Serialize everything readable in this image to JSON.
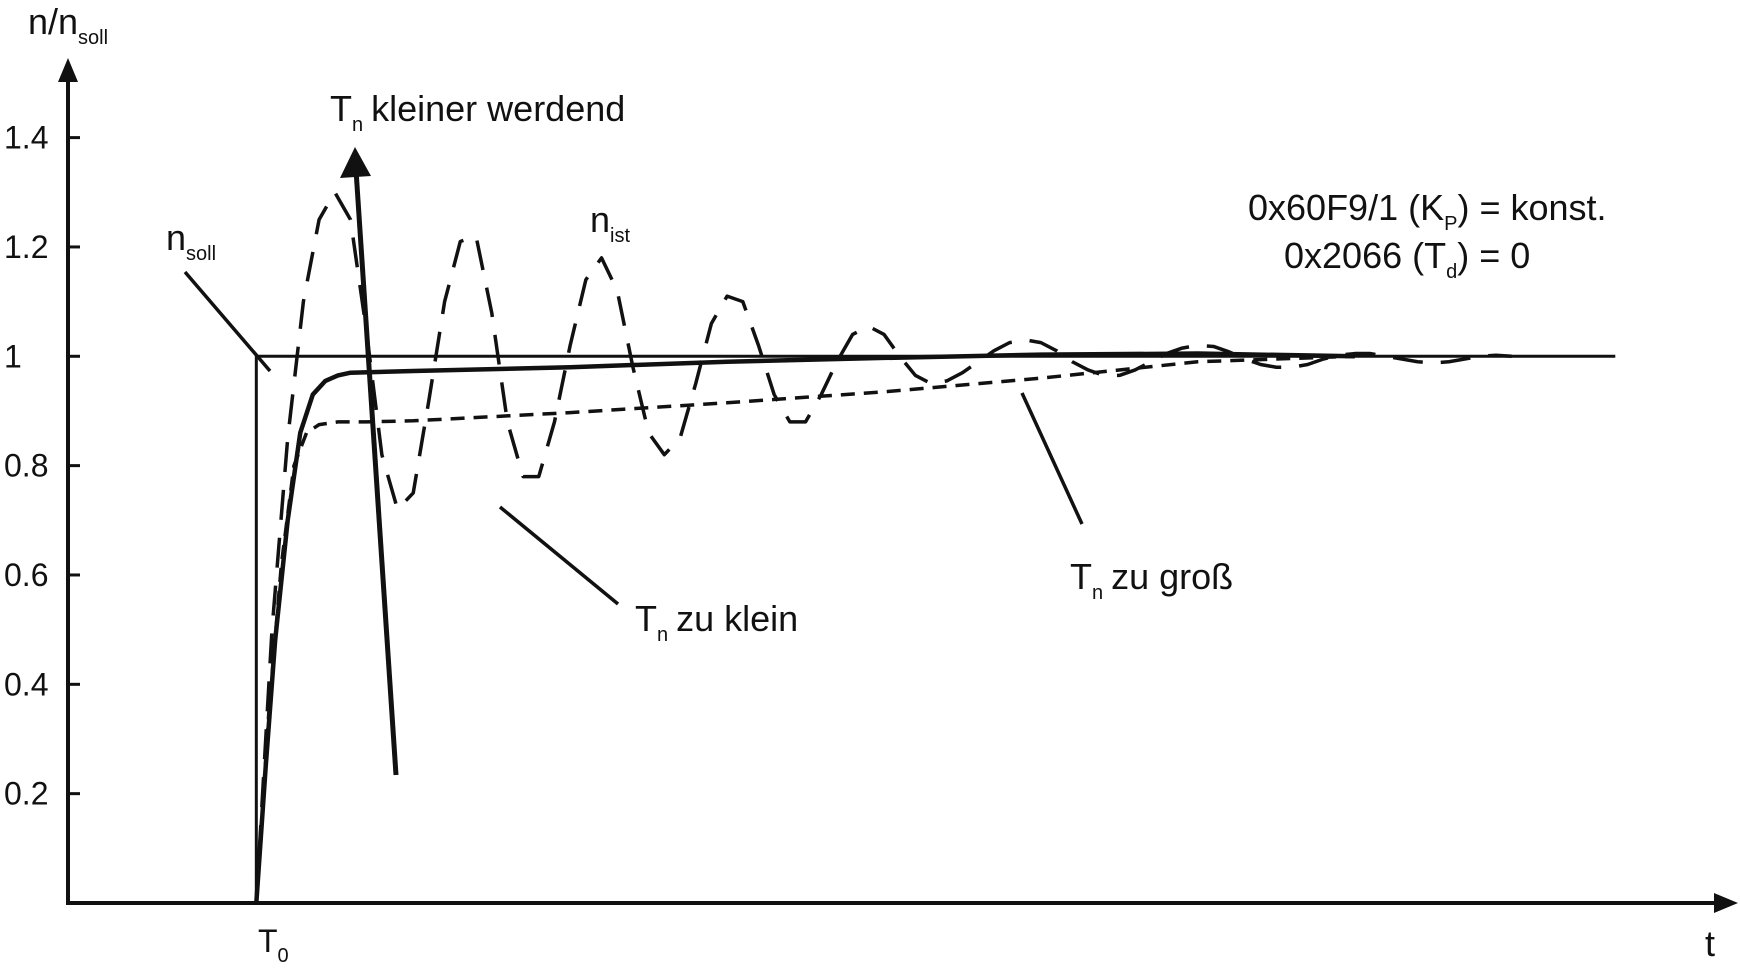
{
  "chart_data": {
    "type": "line",
    "ylabel": {
      "main": "n/n",
      "sub": "soll"
    },
    "xlabel": "t",
    "x_tick": {
      "main": "T",
      "sub": "0"
    },
    "y_ticks": [
      {
        "value": 0.2,
        "label": "0.2"
      },
      {
        "value": 0.4,
        "label": "0.4"
      },
      {
        "value": 0.6,
        "label": "0.6"
      },
      {
        "value": 0.8,
        "label": "0.8"
      },
      {
        "value": 1.0,
        "label": "1"
      },
      {
        "value": 1.2,
        "label": "1.2"
      },
      {
        "value": 1.4,
        "label": "1.4"
      }
    ],
    "ylim": [
      0,
      1.52
    ],
    "xlim": [
      -0.6,
      4.67
    ],
    "grid": false,
    "series": [
      {
        "style": "solid",
        "width": 3,
        "x": [
          0,
          0,
          4.33
        ],
        "y": [
          0,
          1,
          1
        ]
      },
      {
        "style": "solid",
        "width": 4.5,
        "x": [
          0,
          0.03,
          0.06,
          0.1,
          0.14,
          0.18,
          0.22,
          0.26,
          0.3,
          0.5,
          1.0,
          1.5,
          2.0,
          2.5,
          3.0,
          3.5
        ],
        "y": [
          0,
          0.25,
          0.48,
          0.7,
          0.86,
          0.93,
          0.955,
          0.965,
          0.97,
          0.973,
          0.98,
          0.99,
          0.997,
          1.003,
          1.005,
          1.0
        ]
      },
      {
        "style": "dashed",
        "width": 3.5,
        "x": [
          0,
          0.04,
          0.08,
          0.12,
          0.16,
          0.2,
          0.26,
          0.35,
          0.5,
          1.0,
          1.5,
          2.0,
          2.5,
          3.0,
          3.5
        ],
        "y": [
          0,
          0.35,
          0.62,
          0.8,
          0.86,
          0.875,
          0.88,
          0.88,
          0.882,
          0.897,
          0.915,
          0.935,
          0.96,
          0.99,
          1.0
        ]
      },
      {
        "style": "long-dash",
        "width": 3.5,
        "x": [
          0,
          0.05,
          0.1,
          0.15,
          0.2,
          0.25,
          0.3,
          0.35,
          0.4,
          0.45,
          0.5,
          0.55,
          0.6,
          0.65,
          0.7,
          0.75,
          0.8,
          0.85,
          0.9,
          0.95,
          1.0,
          1.05,
          1.1,
          1.15,
          1.2,
          1.25,
          1.3,
          1.35,
          1.4,
          1.45,
          1.5,
          1.55,
          1.6,
          1.65,
          1.7,
          1.75,
          1.8,
          1.85,
          1.9,
          1.95,
          2.0,
          2.05,
          2.1,
          2.15,
          2.2,
          2.25,
          2.3,
          2.35,
          2.4,
          2.45,
          2.5,
          2.55,
          2.6,
          2.65,
          2.7,
          2.75,
          2.8,
          2.85,
          2.9,
          2.95,
          3.0,
          3.05,
          3.1,
          3.15,
          3.2,
          3.25,
          3.3,
          3.35,
          3.4,
          3.45,
          3.5,
          3.55,
          3.6,
          3.65,
          3.7,
          3.75,
          3.8,
          3.85,
          3.9,
          3.95,
          4.0
        ],
        "y": [
          0,
          0.5,
          0.85,
          1.1,
          1.25,
          1.3,
          1.25,
          1.05,
          0.82,
          0.72,
          0.75,
          0.92,
          1.1,
          1.21,
          1.22,
          1.08,
          0.88,
          0.78,
          0.78,
          0.88,
          1.02,
          1.14,
          1.18,
          1.12,
          0.98,
          0.86,
          0.82,
          0.85,
          0.95,
          1.06,
          1.11,
          1.1,
          1.02,
          0.93,
          0.88,
          0.88,
          0.93,
          0.99,
          1.04,
          1.055,
          1.04,
          1.0,
          0.965,
          0.95,
          0.955,
          0.97,
          0.99,
          1.01,
          1.025,
          1.03,
          1.025,
          1.01,
          0.99,
          0.975,
          0.965,
          0.965,
          0.975,
          0.99,
          1.005,
          1.015,
          1.02,
          1.018,
          1.008,
          0.995,
          0.985,
          0.98,
          0.98,
          0.985,
          0.995,
          1.002,
          1.005,
          1.005,
          1.0,
          0.995,
          0.99,
          0.988,
          0.99,
          0.995,
          1.0,
          1.002,
          1.0
        ]
      }
    ],
    "annotations": {
      "nsoll": {
        "main": "n",
        "sub": "soll"
      },
      "nist": {
        "main": "n",
        "sub": "ist"
      },
      "tn_smaller": {
        "main": "T",
        "sub": "n",
        "text": "kleiner werdend"
      },
      "tn_small": {
        "main": "T",
        "sub": "n",
        "text": "zu klein"
      },
      "tn_large": {
        "main": "T",
        "sub": "n",
        "text": "zu groß"
      },
      "param1": {
        "pre": "0x60F9/1 (K",
        "sub": "P",
        "post": ") = konst."
      },
      "param2": {
        "pre": "0x2066 (T",
        "sub": "d",
        "post": ") = 0"
      }
    }
  }
}
